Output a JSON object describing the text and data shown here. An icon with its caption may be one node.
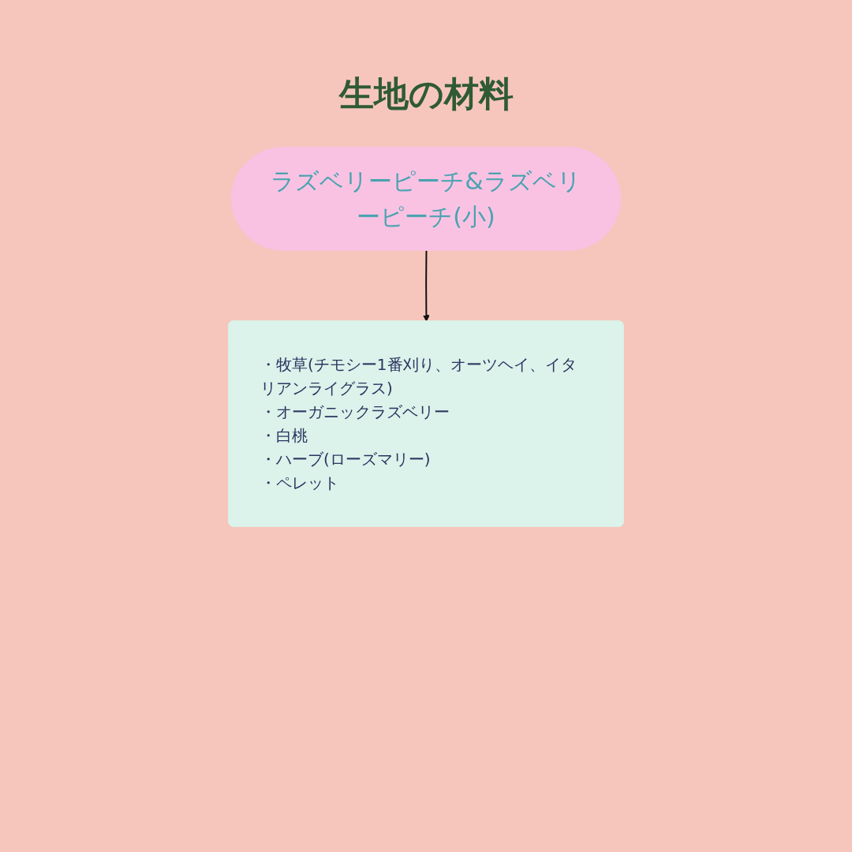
{
  "diagram": {
    "title": "生地の材料",
    "nodes": [
      {
        "text": [
          "ラズベリーピーチ&ラズベリーピーチ(小)"
        ]
      },
      {
        "text": [
          "・牧草(チモシー1番刈り、オーツヘイ、イタリアンライグラス)",
          "・オーガニックラズベリー",
          "・白桃",
          "・ハーブ(ローズマリー)",
          "・ペレット"
        ]
      }
    ],
    "edges": [
      {
        "from": 0,
        "to": 1,
        "arrow": "to"
      }
    ]
  }
}
